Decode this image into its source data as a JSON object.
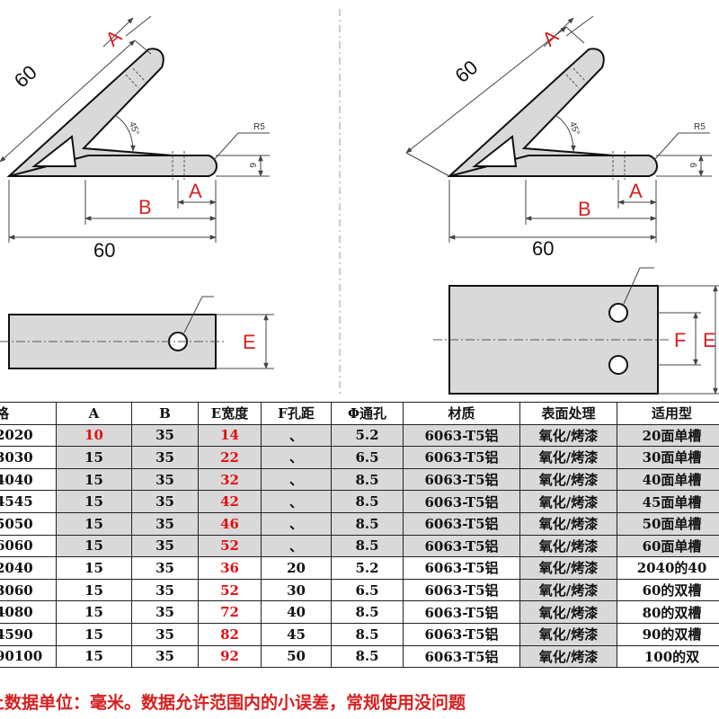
{
  "drawings": {
    "left": {
      "dim_60_diag": "60",
      "dim_A_top": "A",
      "dim_45": "45°",
      "dim_R5": "R5",
      "dim_6": "6",
      "dim_A_bottom": "A",
      "dim_B": "B",
      "dim_60_bottom": "60",
      "dim_E": "E"
    },
    "right": {
      "dim_60_diag": "60",
      "dim_A_top": "A",
      "dim_45": "45°",
      "dim_R5": "R5",
      "dim_6": "6",
      "dim_A_bottom": "A",
      "dim_B": "B",
      "dim_60_bottom": "60",
      "dim_F": "F",
      "dim_E": "E"
    }
  },
  "table": {
    "headers": [
      "格",
      "A",
      "B",
      "E宽度",
      "F孔距",
      "Φ通孔",
      "材质",
      "表面处理",
      "适用型"
    ],
    "rows": [
      [
        "2020",
        "10",
        "35",
        "14",
        "、",
        "5.2",
        "6063-T5铝",
        "氧化/烤漆",
        "20面单槽"
      ],
      [
        "3030",
        "15",
        "35",
        "22",
        "、",
        "6.5",
        "6063-T5铝",
        "氧化/烤漆",
        "30面单槽"
      ],
      [
        "4040",
        "15",
        "35",
        "32",
        "、",
        "8.5",
        "6063-T5铝",
        "氧化/烤漆",
        "40面单槽"
      ],
      [
        "4545",
        "15",
        "35",
        "42",
        "、",
        "8.5",
        "6063-T5铝",
        "氧化/烤漆",
        "45面单槽"
      ],
      [
        "5050",
        "15",
        "35",
        "46",
        "、",
        "8.5",
        "6063-T5铝",
        "氧化/烤漆",
        "50面单槽"
      ],
      [
        "6060",
        "15",
        "35",
        "52",
        "、",
        "8.5",
        "6063-T5铝",
        "氧化/烤漆",
        "60面单槽"
      ],
      [
        "2040",
        "15",
        "35",
        "36",
        "20",
        "5.2",
        "6063-T5铝",
        "氧化/烤漆",
        "2040的40"
      ],
      [
        "3060",
        "15",
        "35",
        "52",
        "30",
        "6.5",
        "6063-T5铝",
        "氧化/烤漆",
        "60的双槽"
      ],
      [
        "4080",
        "15",
        "35",
        "72",
        "40",
        "8.5",
        "6063-T5铝",
        "氧化/烤漆",
        "80的双槽"
      ],
      [
        "4590",
        "15",
        "35",
        "82",
        "45",
        "8.5",
        "6063-T5铝",
        "氧化/烤漆",
        "90的双槽"
      ],
      [
        "90100",
        "15",
        "35",
        "92",
        "50",
        "8.5",
        "6063-T5铝",
        "氧化/烤漆",
        "100的双"
      ]
    ],
    "red_columns": [
      1,
      3
    ],
    "red_column_note": "A of first row and all E values printed in red"
  },
  "footer": "上数据单位：毫米。数据允许范围内的小误差，常规使用没问题",
  "colors": {
    "dimension_red": "#d42020",
    "part_fill": "#d9d9d9",
    "outline": "#111111",
    "dim_line": "#444444"
  }
}
